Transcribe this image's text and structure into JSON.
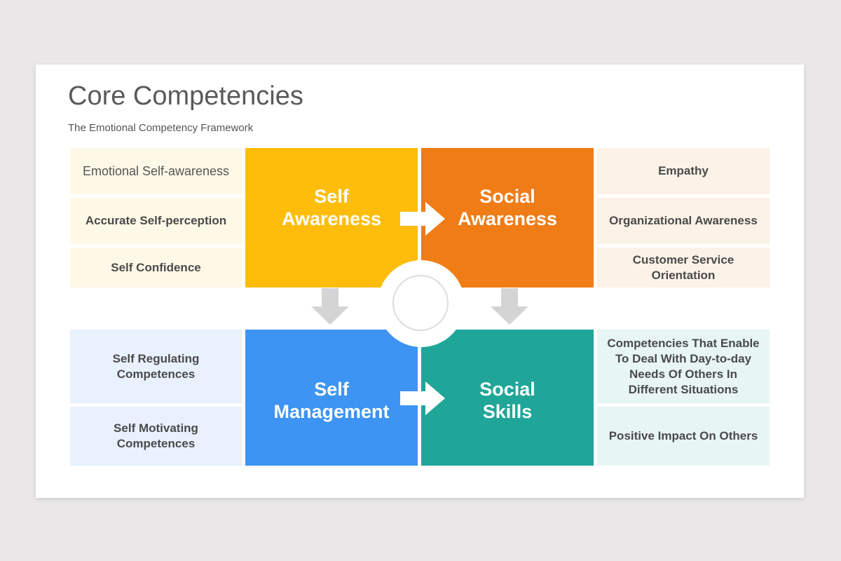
{
  "slide": {
    "title": "Core Competencies",
    "subtitle": "The Emotional Competency Framework"
  },
  "quadrants": {
    "self_awareness": {
      "line1": "Self",
      "line2": "Awareness",
      "color": "#fdbd0a"
    },
    "social_awareness": {
      "line1": "Social",
      "line2": "Awareness",
      "color": "#f07c16"
    },
    "self_management": {
      "line1": "Self",
      "line2": "Management",
      "color": "#3d94f2"
    },
    "social_skills": {
      "line1": "Social",
      "line2": "Skills",
      "color": "#1fa699"
    }
  },
  "left_top": [
    "Emotional Self-awareness",
    "Accurate Self-perception",
    "Self Confidence"
  ],
  "right_top": [
    "Empathy",
    "Organizational Awareness",
    "Customer Service Orientation"
  ],
  "left_bottom": [
    "Self Regulating Competences",
    "Self Motivating Competences"
  ],
  "right_bottom": [
    "Competencies That Enable To Deal With Day-to-day Needs Of Others In Different Situations",
    "Positive Impact On Others"
  ],
  "icons": {
    "arrow_right": "arrow-right-icon",
    "arrow_down": "arrow-down-icon"
  }
}
